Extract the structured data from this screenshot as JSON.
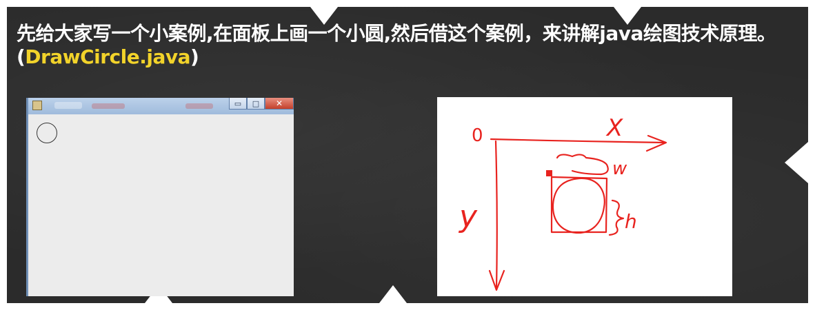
{
  "slide": {
    "title_text": "先给大家写一个小案例,在面板上画一个小圆,然后借这个案例，来讲解java绘图技术原理。(",
    "title_highlight": "DrawCircle.java",
    "title_end": ")"
  },
  "java_window": {
    "minimize_glyph": "▭",
    "maximize_glyph": "□",
    "close_glyph": "✕"
  },
  "sketch": {
    "origin_label": "0",
    "x_label": "X",
    "y_label": "y",
    "width_label": "w",
    "height_label": "h",
    "ink_color": "#e8231f"
  },
  "colors": {
    "board": "#2b2b2b",
    "title_text": "#ffffff",
    "highlight": "#f2d32a"
  }
}
